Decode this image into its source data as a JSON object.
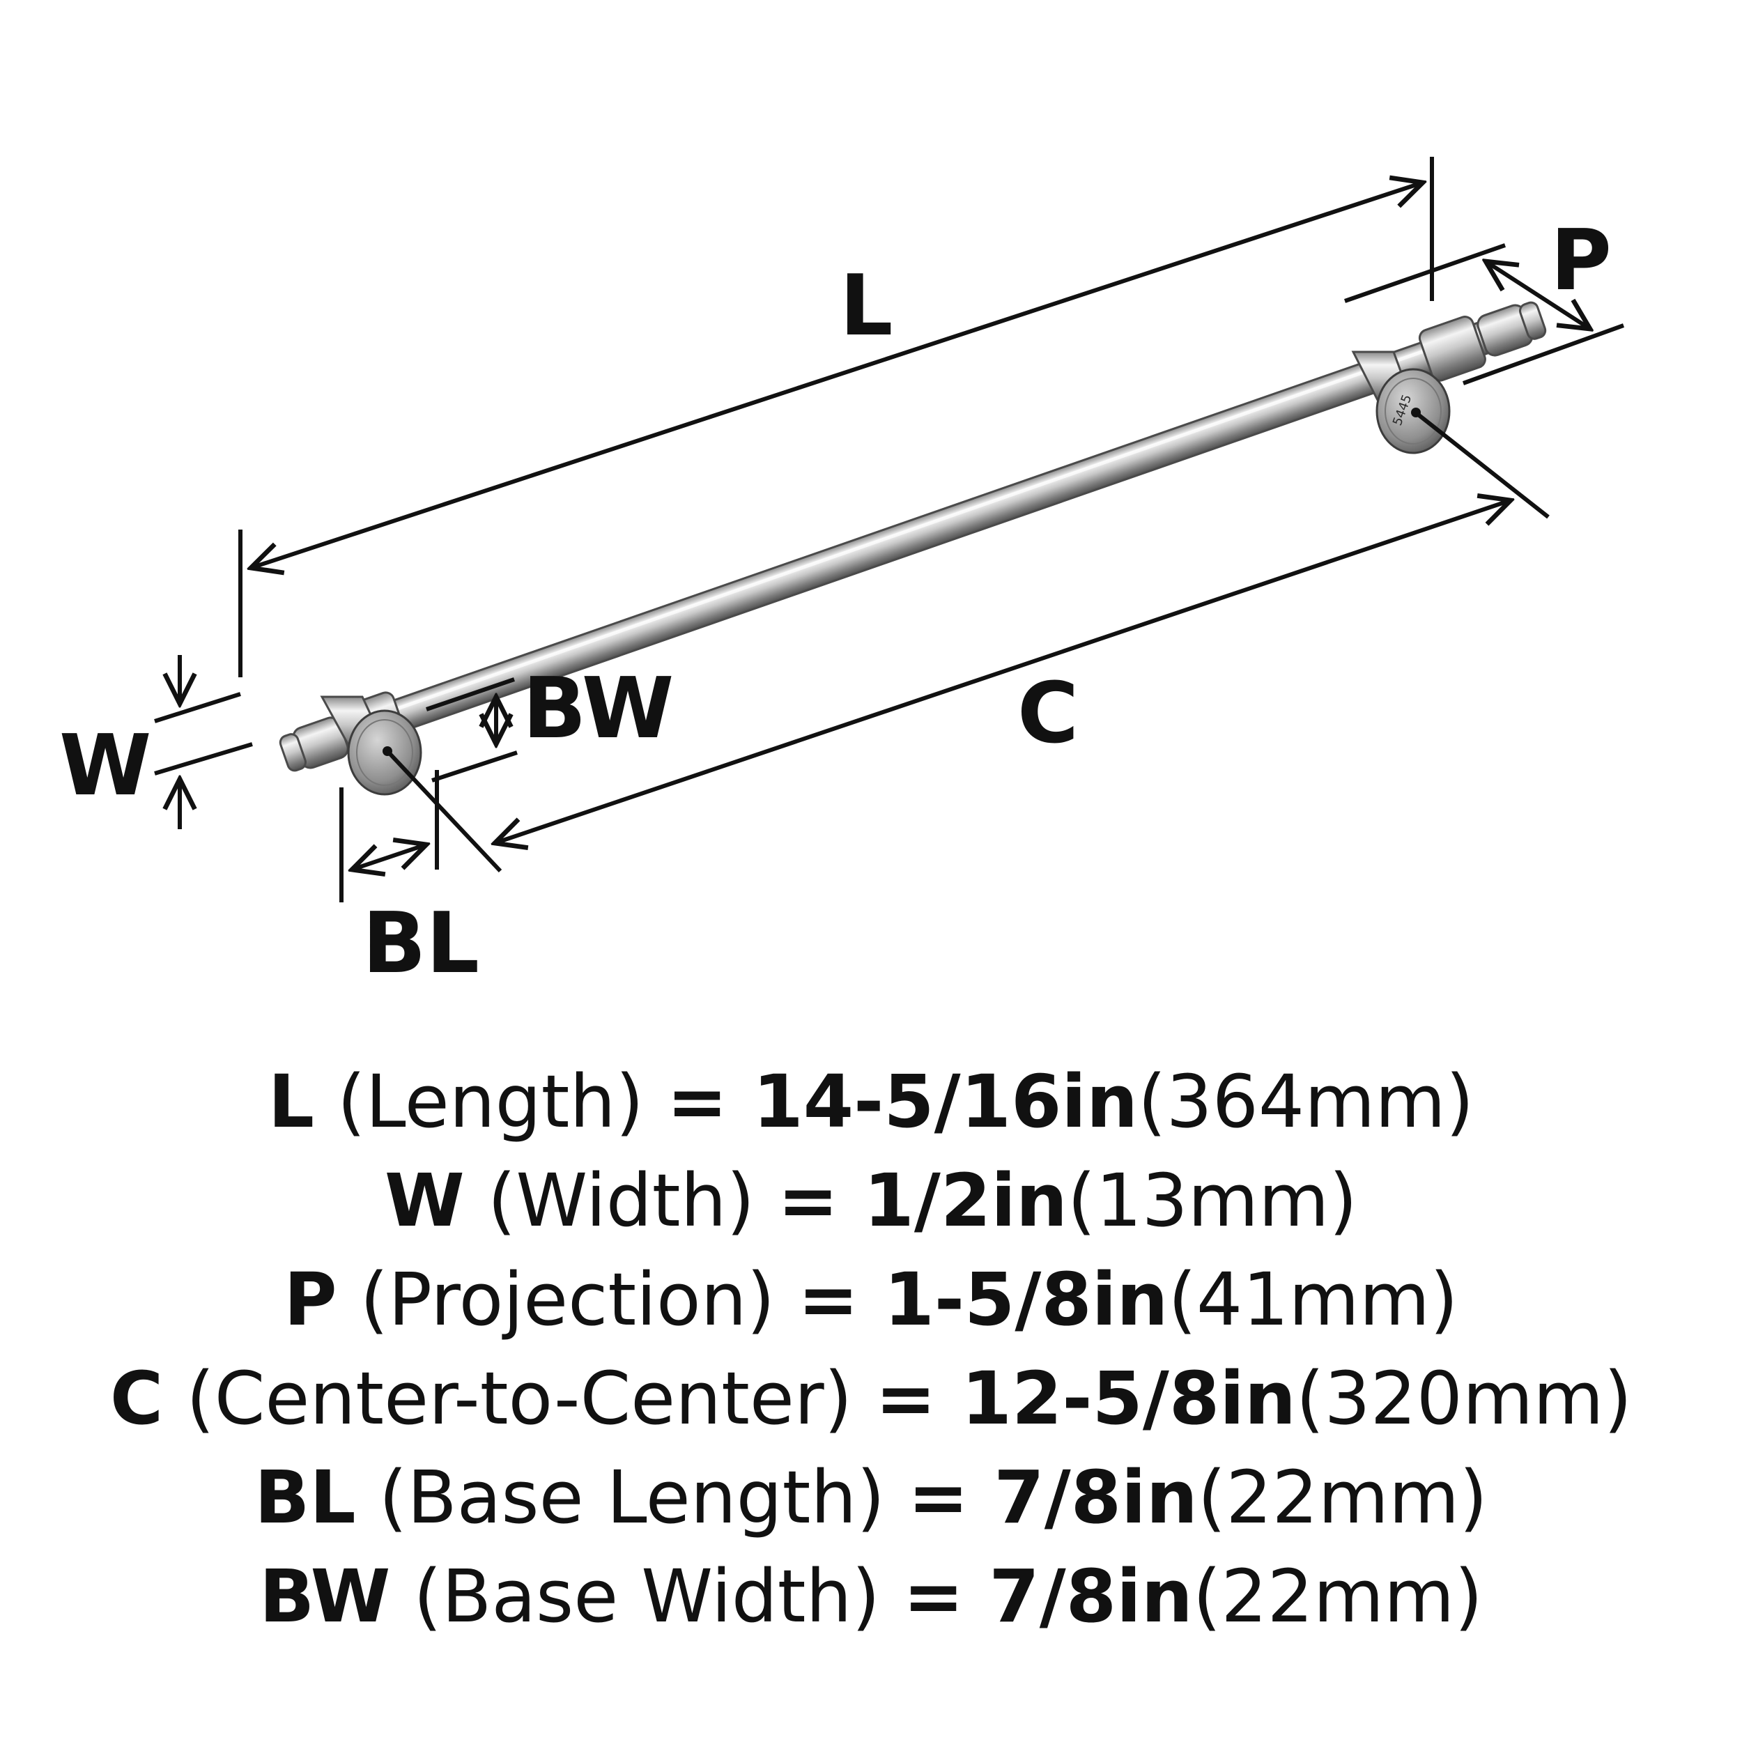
{
  "diagram": {
    "labels": {
      "L": "L",
      "W": "W",
      "P": "P",
      "C": "C",
      "BL": "BL",
      "BW": "BW"
    },
    "stamp": "5445"
  },
  "specs": [
    {
      "code": "L",
      "label": " (Length) ",
      "equals": "= ",
      "imperial": "14-5/16in",
      "metric": "(364mm)"
    },
    {
      "code": "W",
      "label": " (Width) ",
      "equals": "= ",
      "imperial": "1/2in",
      "metric": "(13mm)"
    },
    {
      "code": "P",
      "label": " (Projection) ",
      "equals": "= ",
      "imperial": "1-5/8in",
      "metric": "(41mm)"
    },
    {
      "code": "C",
      "label": " (Center-to-Center) ",
      "equals": "= ",
      "imperial": "12-5/8in",
      "metric": "(320mm)"
    },
    {
      "code": "BL",
      "label": " (Base Length) ",
      "equals": "= ",
      "imperial": "7/8in",
      "metric": "(22mm)"
    },
    {
      "code": "BW",
      "label": " (Base Width) ",
      "equals": "= ",
      "imperial": "7/8in",
      "metric": "(22mm)"
    }
  ],
  "colors": {
    "metal_light": "#f2f2f2",
    "metal_mid": "#bdbdbd",
    "metal_dark": "#6e6e6e",
    "lines": "#111111"
  }
}
